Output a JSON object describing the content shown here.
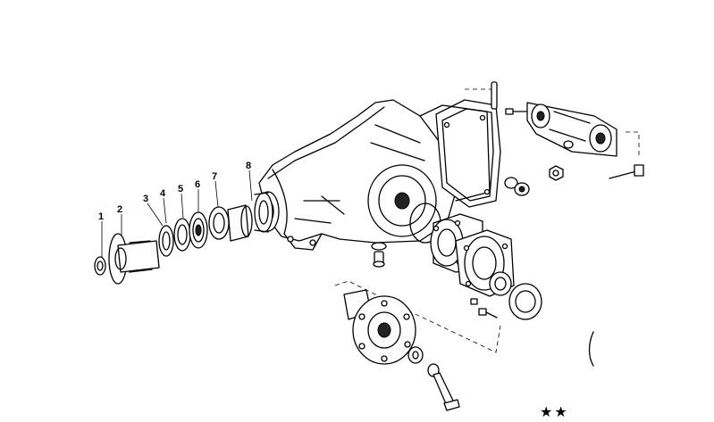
{
  "callouts": [
    {
      "id": "1",
      "label": "1"
    },
    {
      "id": "2",
      "label": "2"
    },
    {
      "id": "3",
      "label": "3"
    },
    {
      "id": "4",
      "label": "4"
    },
    {
      "id": "5",
      "label": "5"
    },
    {
      "id": "6",
      "label": "6"
    },
    {
      "id": "7",
      "label": "7"
    },
    {
      "id": "8",
      "label": "8"
    }
  ],
  "footer": {
    "marks": "★★"
  }
}
